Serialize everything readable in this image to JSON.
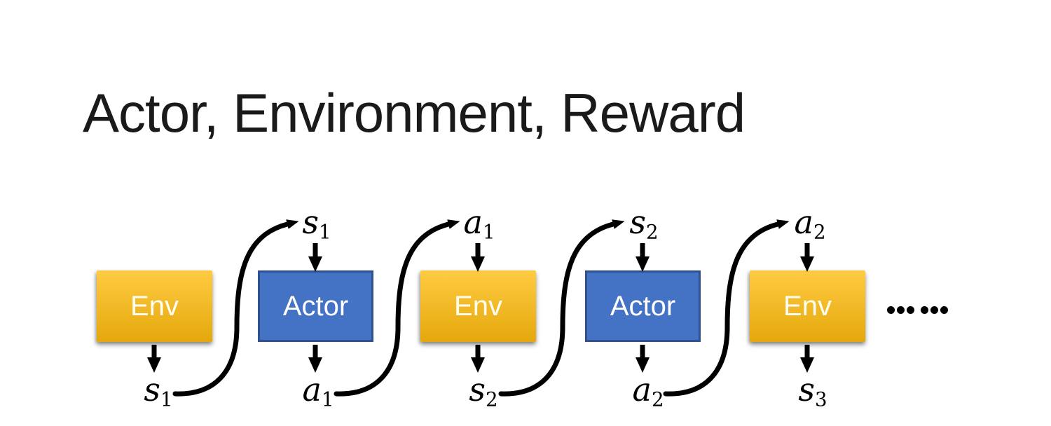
{
  "slide": {
    "title": "Actor, Environment, Reward",
    "ellipsis": "……"
  },
  "boxes": [
    {
      "label": "Env",
      "type": "env"
    },
    {
      "label": "Actor",
      "type": "actor"
    },
    {
      "label": "Env",
      "type": "env"
    },
    {
      "label": "Actor",
      "type": "actor"
    },
    {
      "label": "Env",
      "type": "env"
    }
  ],
  "top_labels": [
    {
      "base": "s",
      "sub": "1"
    },
    {
      "base": "a",
      "sub": "1"
    },
    {
      "base": "s",
      "sub": "2"
    },
    {
      "base": "a",
      "sub": "2"
    }
  ],
  "bottom_labels": [
    {
      "base": "s",
      "sub": "1"
    },
    {
      "base": "a",
      "sub": "1"
    },
    {
      "base": "s",
      "sub": "2"
    },
    {
      "base": "a",
      "sub": "2"
    },
    {
      "base": "s",
      "sub": "3"
    }
  ],
  "colors": {
    "background": "#FFFFFF",
    "title_text": "#1A1A1A",
    "env_gradient_top": "#FFCB43",
    "env_gradient_bottom": "#E4A80B",
    "actor_fill": "#4472C4",
    "actor_border": "#2F528F",
    "arrow": "#000000",
    "box_text": "#FFFFFF"
  }
}
